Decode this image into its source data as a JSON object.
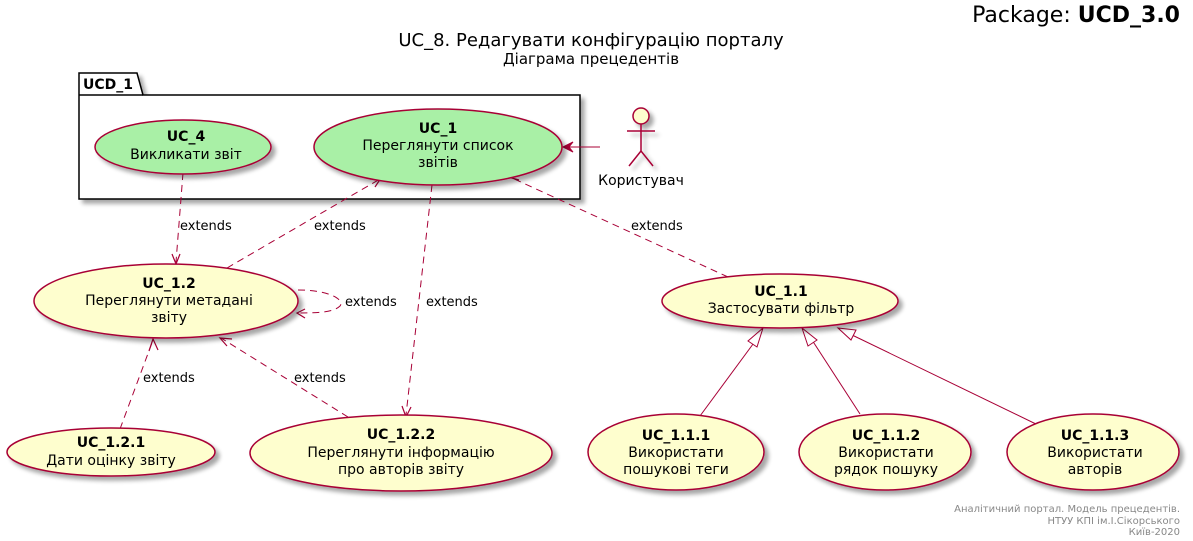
{
  "header": {
    "package_prefix": "Package: ",
    "package_name": "UCD_3.0",
    "title": "UC_8. Редагувати конфігурацію порталу",
    "subtitle": "Діаграма прецедентів"
  },
  "package": {
    "name": "UCD_1"
  },
  "actor": {
    "name": "Користувач"
  },
  "colors": {
    "border": "#A80036",
    "package_uc_fill": "#A9F0A6",
    "uc_fill": "#FEFECE",
    "footer": "#888888"
  },
  "use_cases": {
    "uc4": {
      "id": "UC_4",
      "lines": [
        "Викликати звіт"
      ]
    },
    "uc1": {
      "id": "UC_1",
      "lines": [
        "Переглянути список",
        "звітів"
      ]
    },
    "uc12": {
      "id": "UC_1.2",
      "lines": [
        "Переглянути метадані",
        "звіту"
      ]
    },
    "uc11": {
      "id": "UC_1.1",
      "lines": [
        "Застосувати фільтр"
      ]
    },
    "uc121": {
      "id": "UC_1.2.1",
      "lines": [
        "Дати оцінку звіту"
      ]
    },
    "uc122": {
      "id": "UC_1.2.2",
      "lines": [
        "Переглянути інформацію",
        "про авторів звіту"
      ]
    },
    "uc111": {
      "id": "UC_1.1.1",
      "lines": [
        "Використати",
        "пошукові теги"
      ]
    },
    "uc112": {
      "id": "UC_1.1.2",
      "lines": [
        "Використати",
        "рядок пошуку"
      ]
    },
    "uc113": {
      "id": "UC_1.1.3",
      "lines": [
        "Використати",
        "авторів"
      ]
    }
  },
  "relations": {
    "extends_label": "extends"
  },
  "footer": {
    "lines": [
      "Аналітичний портал. Модель прецедентів.",
      "НТУУ КПІ ім.І.Сікорського",
      "Київ-2020"
    ]
  }
}
